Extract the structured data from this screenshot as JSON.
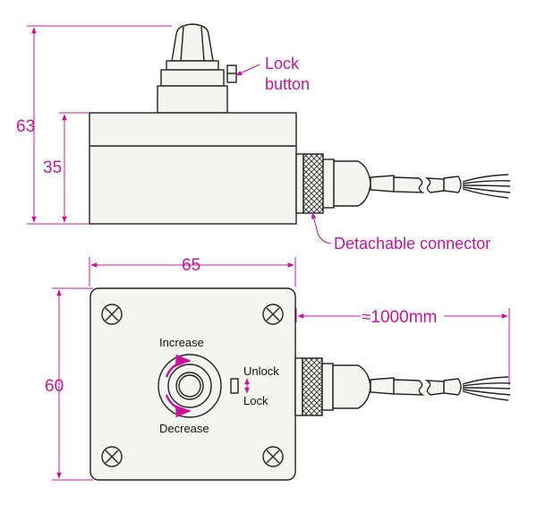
{
  "dimensions": {
    "height_total": "63",
    "height_body": "35",
    "width": "65",
    "depth": "60",
    "cable_length": "≈1000mm"
  },
  "callouts": {
    "lock_button_line1": "Lock",
    "lock_button_line2": "button",
    "connector": "Detachable connector"
  },
  "knob_labels": {
    "increase": "Increase",
    "decrease": "Decrease",
    "unlock": "Unlock",
    "lock": "Lock"
  },
  "colors": {
    "annotation": "#c8149b",
    "outline": "#222222"
  }
}
